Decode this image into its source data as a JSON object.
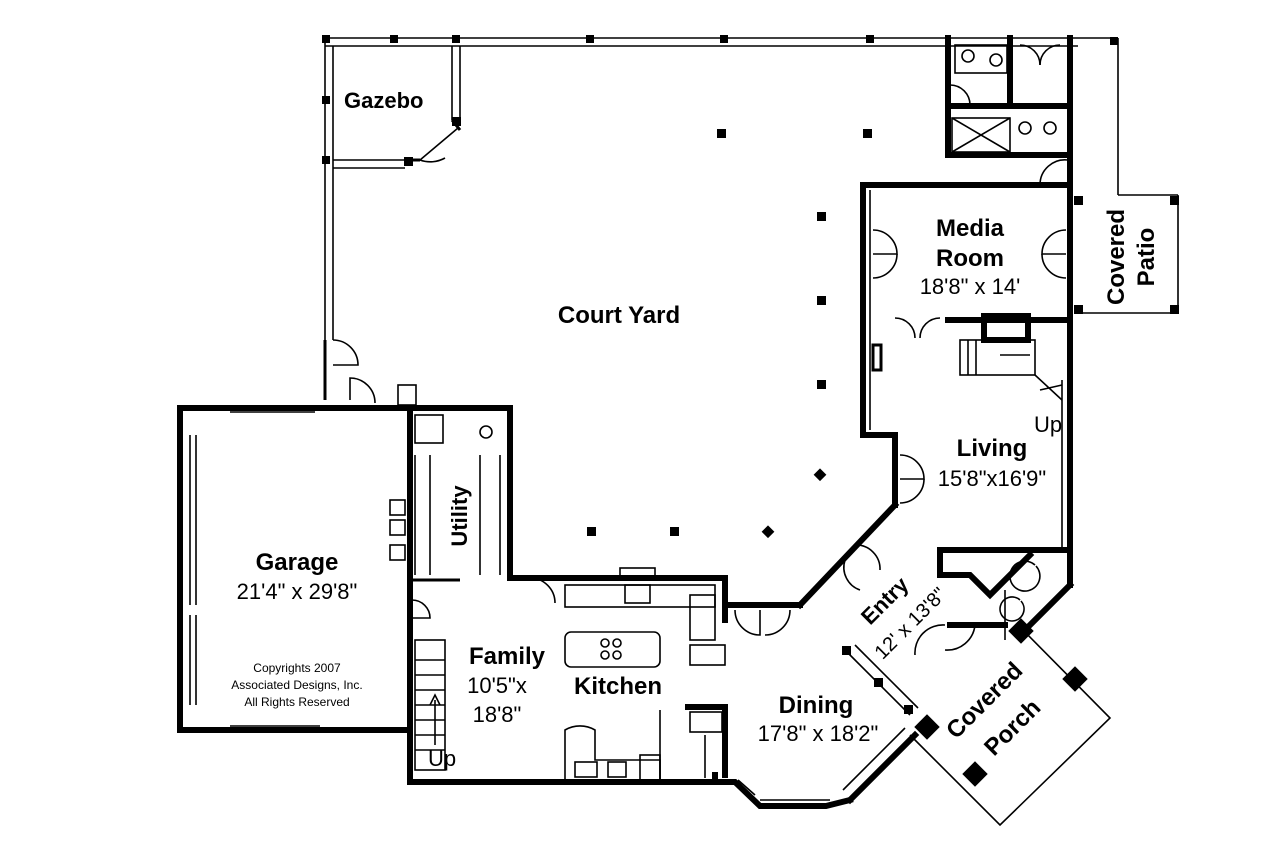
{
  "rooms": {
    "gazebo": {
      "name": "Gazebo"
    },
    "court_yard": {
      "name": "Court Yard"
    },
    "media_room": {
      "name_line1": "Media",
      "name_line2": "Room",
      "size": "18'8\" x 14'"
    },
    "covered_patio": {
      "name_line1": "Covered",
      "name_line2": "Patio"
    },
    "living": {
      "name": "Living",
      "size": "15'8\"x16'9\""
    },
    "garage": {
      "name": "Garage",
      "size": "21'4\" x 29'8\""
    },
    "utility": {
      "name": "Utility"
    },
    "family": {
      "name": "Family",
      "size_line1": "10'5\"x",
      "size_line2": "18'8\""
    },
    "kitchen": {
      "name": "Kitchen"
    },
    "entry": {
      "name": "Entry",
      "size": "12' x 13'8\""
    },
    "dining": {
      "name": "Dining",
      "size": "17'8\" x 18'2\""
    },
    "covered_porch": {
      "name_line1": "Covered",
      "name_line2": "Porch"
    }
  },
  "stairs": {
    "up_living": "Up",
    "up_family": "Up"
  },
  "copyright": {
    "line1": "Copyrights 2007",
    "line2": "Associated Designs, Inc.",
    "line3": "All Rights Reserved"
  }
}
